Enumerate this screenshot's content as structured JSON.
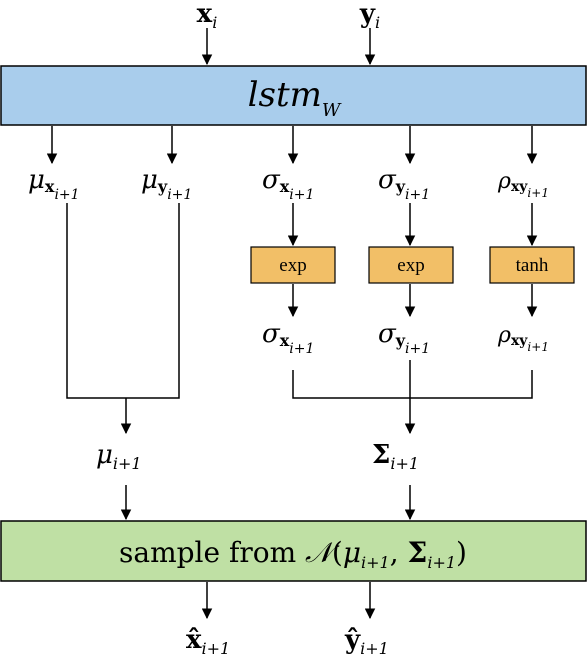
{
  "inputs": {
    "x": "x",
    "x_sub": "i",
    "y": "y",
    "y_sub": "i"
  },
  "lstm": {
    "name": "lstm",
    "sub": "W"
  },
  "params": {
    "mu_x": {
      "sym": "μ",
      "b": "x",
      "sub": "i+1"
    },
    "mu_y": {
      "sym": "μ",
      "b": "y",
      "sub": "i+1"
    },
    "sigma_x": {
      "sym": "σ",
      "b": "x",
      "sub": "i+1"
    },
    "sigma_y": {
      "sym": "σ",
      "b": "y",
      "sub": "i+1"
    },
    "rho_xy": {
      "sym": "ρ",
      "b": "xy",
      "sub": "i+1"
    }
  },
  "ops": {
    "exp_x": "exp",
    "exp_y": "exp",
    "tanh": "tanh"
  },
  "transformed": {
    "sigma_x": {
      "sym": "σ",
      "b": "x",
      "sub": "i+1"
    },
    "sigma_y": {
      "sym": "σ",
      "b": "y",
      "sub": "i+1"
    },
    "rho_xy": {
      "sym": "ρ",
      "b": "xy",
      "sub": "i+1"
    }
  },
  "combined": {
    "mu": {
      "sym": "μ",
      "sub": "i+1"
    },
    "Sigma": {
      "sym": "Σ",
      "sub": "i+1"
    }
  },
  "sample": {
    "prefix": "sample from ",
    "dist": "𝒩",
    "open": "(",
    "mu": "μ",
    "mu_sub": "i+1",
    "comma": ", ",
    "Sigma": "Σ",
    "Sigma_sub": "i+1",
    "close": ")"
  },
  "outputs": {
    "x": "x̂",
    "x_sub": "i+1",
    "y": "ŷ",
    "y_sub": "i+1"
  }
}
